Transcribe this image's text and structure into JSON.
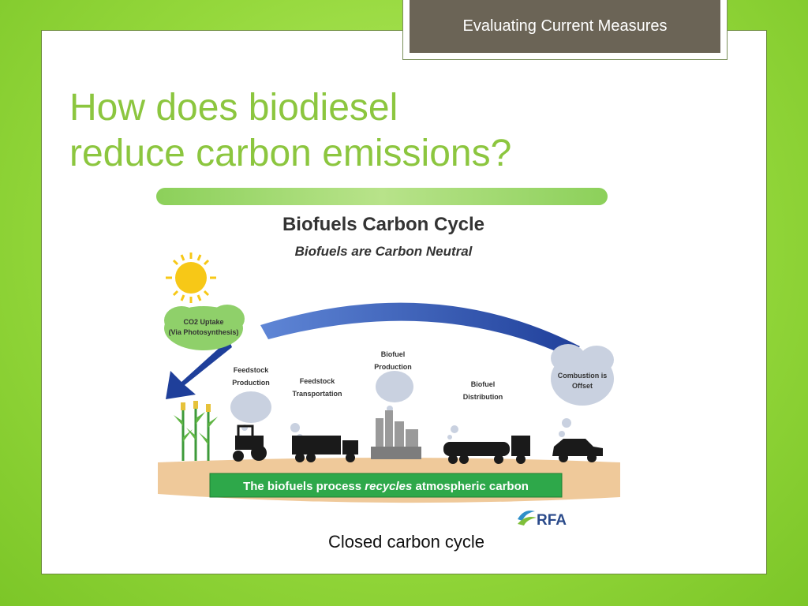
{
  "header": {
    "section_label": "Evaluating Current Measures"
  },
  "slide": {
    "title_line1": "How does biodiesel",
    "title_line2": "reduce carbon emissions?",
    "caption": "Closed carbon cycle"
  },
  "diagram": {
    "title": "Biofuels Carbon Cycle",
    "subtitle": "Biofuels are Carbon Neutral",
    "uptake_line1": "CO2 Uptake",
    "uptake_line2": "(Via Photosynthesis)",
    "feedstock_production_line1": "Feedstock",
    "feedstock_production_line2": "Production",
    "feedstock_transport_line1": "Feedstock",
    "feedstock_transport_line2": "Transportation",
    "biofuel_production_line1": "Biofuel",
    "biofuel_production_line2": "Production",
    "biofuel_distribution_line1": "Biofuel",
    "biofuel_distribution_line2": "Distribution",
    "combustion_line1": "Combustion is",
    "combustion_line2": "Offset",
    "banner_prefix": "The biofuels process ",
    "banner_emphasis": "recycles",
    "banner_suffix": " atmospheric carbon",
    "logo_text": "RFA",
    "colors": {
      "accent_green": "#8cc63f",
      "banner_green": "#2ea84a",
      "arrow_blue": "#1f3f9a",
      "ground": "#efc99a",
      "sun": "#f7c817",
      "tab_brown": "#6b6456"
    }
  }
}
